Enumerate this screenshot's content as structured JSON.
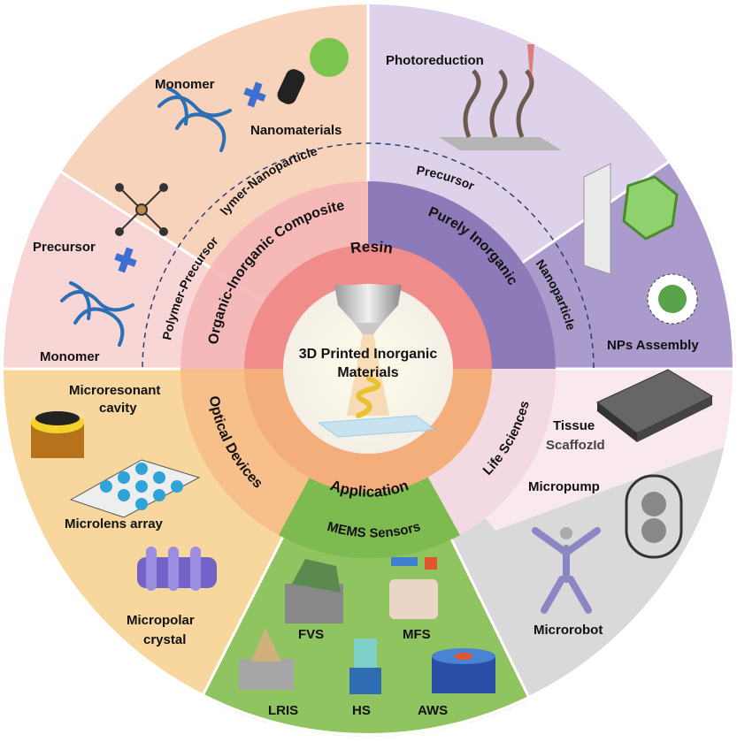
{
  "center_title": [
    "3D Printed Inorganic",
    "Materials"
  ],
  "ring_labels": {
    "resin": "Resin",
    "application": "Application",
    "organic_inorganic": "Organic-Inorganic Composite",
    "purely_inorganic": "Purely Inorganic",
    "optical_devices": "Optical Devices",
    "life_sciences": "Life Sciences",
    "mems_sensors": "MEMS Sensors"
  },
  "sub_labels": {
    "polymer_nanoparticle": "Polymer-Nanoparticle",
    "polymer_precursor": "Polymer-Precursor",
    "precursor": "Precursor",
    "nanoparticle": "Nanoparticle"
  },
  "outer_labels": {
    "monomer_top": "Monomer",
    "nanomaterials": "Nanomaterials",
    "photoreduction": "Photoreduction",
    "precursor_left": "Precursor",
    "monomer_left": "Monomer",
    "nps_assembly": "NPs Assembly",
    "microresonant": [
      "Microresonant",
      "cavity"
    ],
    "microlens": "Microlens array",
    "micropolar": [
      "Micropolar",
      "crystal"
    ],
    "tissue": "Tissue",
    "scaffold": "ScaffozId",
    "micropump": "Micropump",
    "microrobot": "Microrobot",
    "fvs": "FVS",
    "mfs": "MFS",
    "lris": "LRIS",
    "hs": "HS",
    "aws": "AWS"
  },
  "colors": {
    "sector_top_left": "#f7d3bc",
    "sector_left": "#f8d6d6",
    "sector_top_right": "#ddd2e9",
    "sector_right": "#ab9bcc",
    "sector_bottom_left": "#f7d79e",
    "sector_bottom": "#8fc460",
    "sector_bottom_right": "#d9d9d9",
    "ring_resin": "#f08d8a",
    "ring_application": "#f4ae7b",
    "plus": "#3d6fd1"
  }
}
